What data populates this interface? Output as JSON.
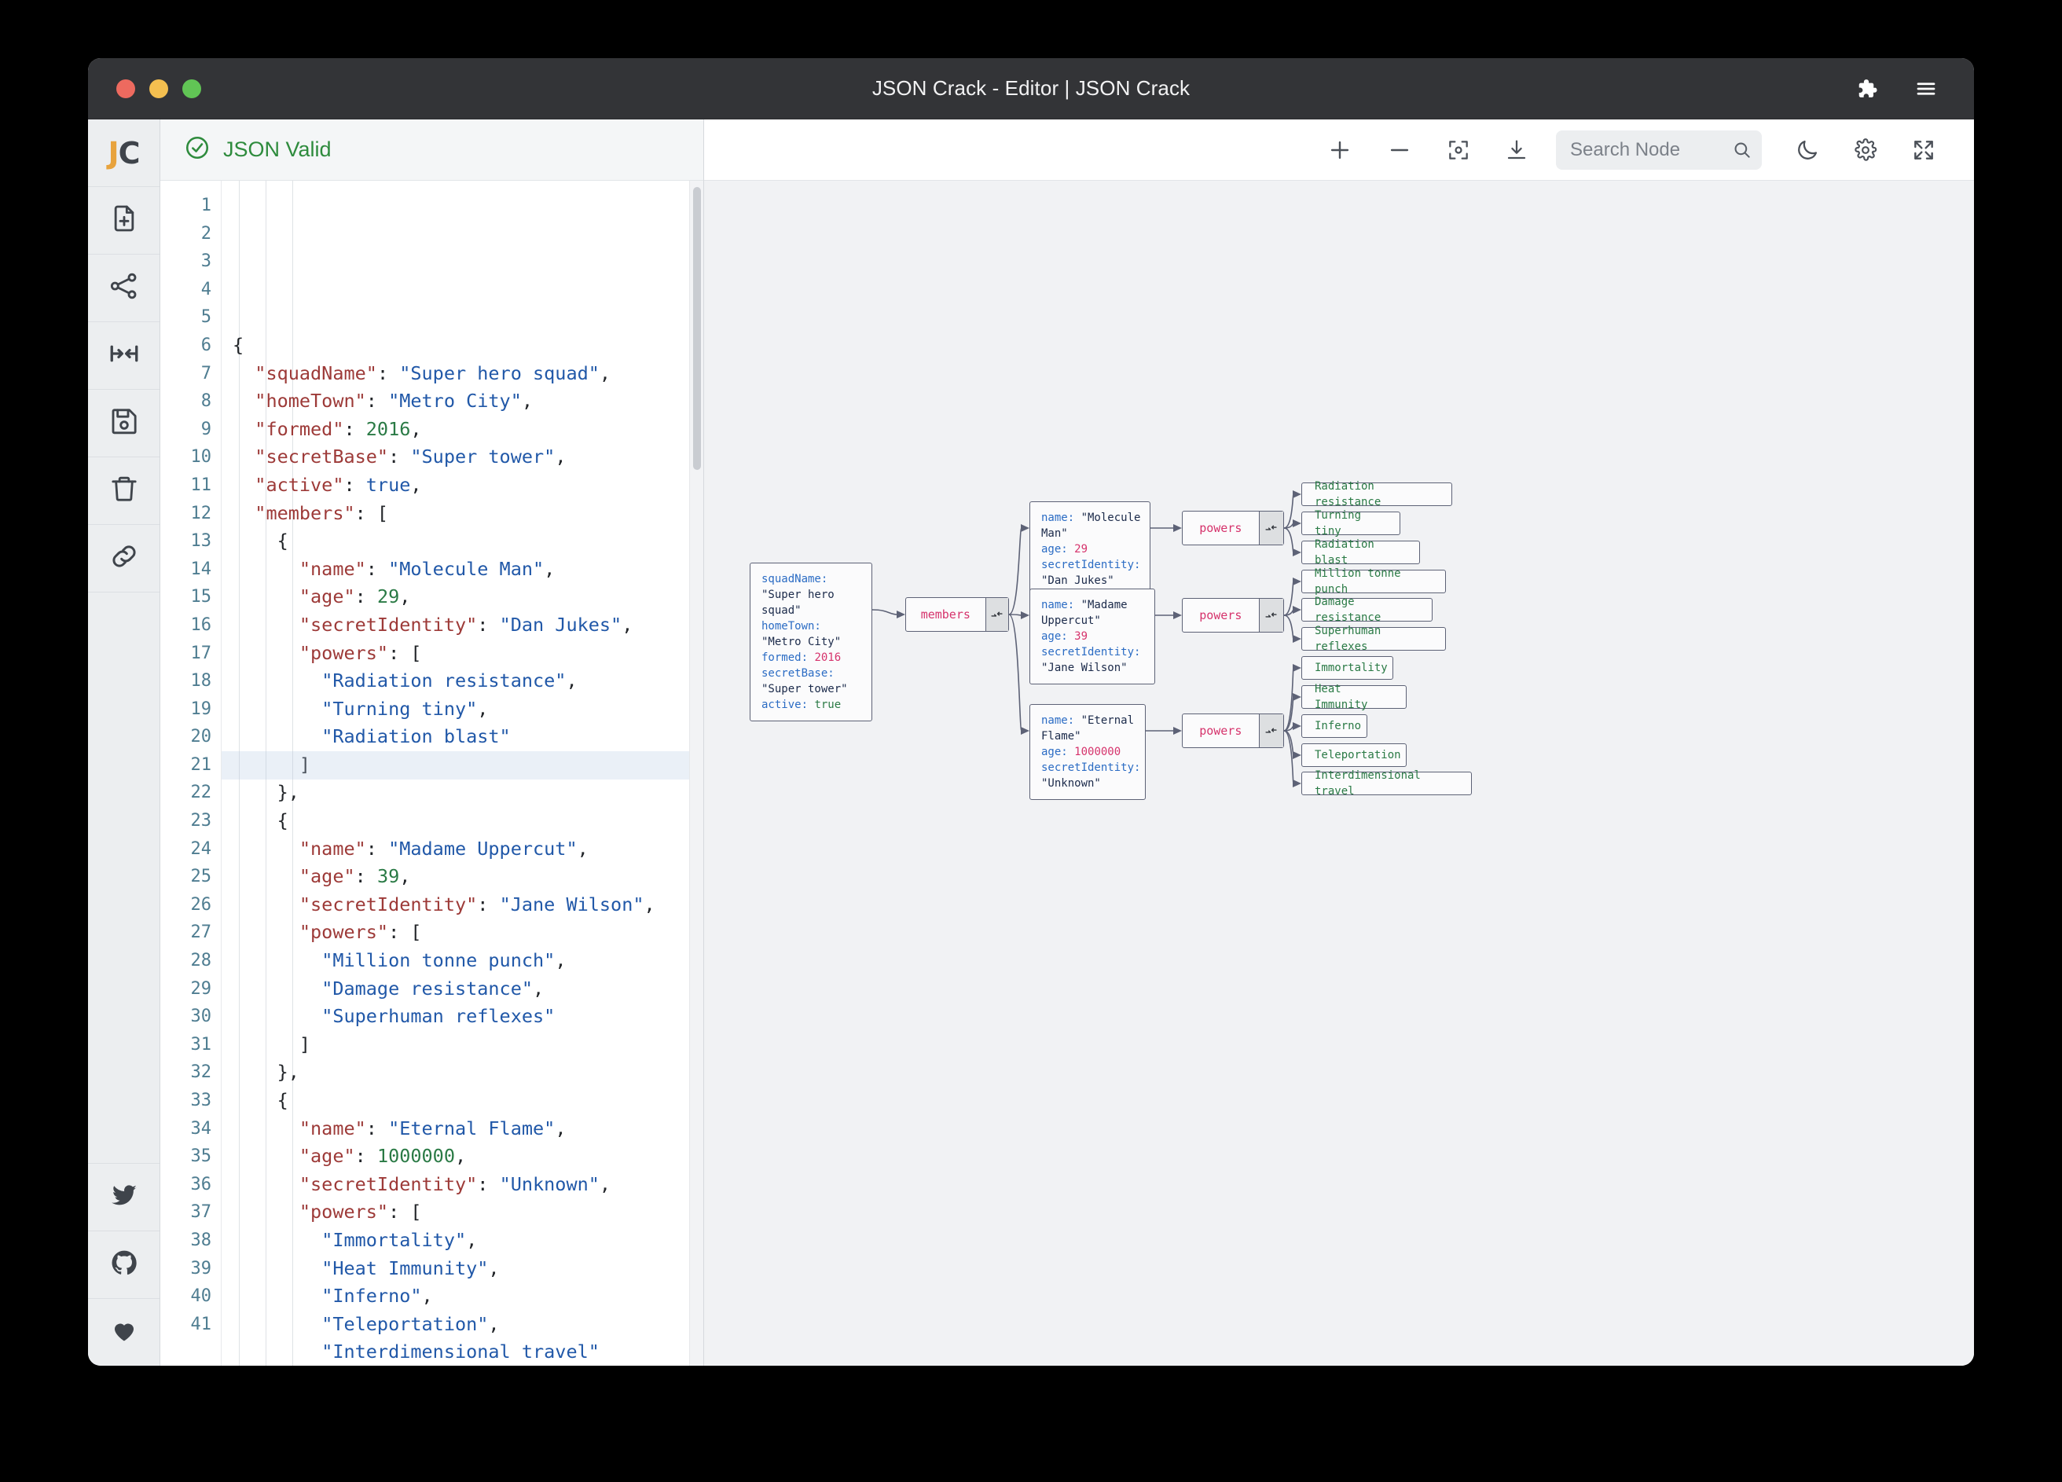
{
  "window": {
    "title": "JSON Crack - Editor | JSON Crack",
    "traffic": [
      "close",
      "minimize",
      "maximize"
    ],
    "right_icons": [
      {
        "name": "extensions-icon",
        "label": "Extensions"
      },
      {
        "name": "menu-icon",
        "label": "Menu"
      }
    ]
  },
  "rail": {
    "logo": {
      "part1": "J",
      "part2": "C"
    },
    "items": [
      {
        "name": "new-file-icon",
        "label": "New file"
      },
      {
        "name": "share-graph-icon",
        "label": "Share"
      },
      {
        "name": "collapse-expand-icon",
        "label": "Collapse"
      },
      {
        "name": "save-icon",
        "label": "Save"
      },
      {
        "name": "trash-icon",
        "label": "Delete"
      },
      {
        "name": "link-icon",
        "label": "Link"
      }
    ],
    "bottom_items": [
      {
        "name": "twitter-icon",
        "label": "Twitter"
      },
      {
        "name": "github-icon",
        "label": "GitHub"
      },
      {
        "name": "heart-icon",
        "label": "Sponsor"
      }
    ]
  },
  "editor": {
    "status_label": "JSON Valid",
    "status_icon": "check-circle-icon",
    "line_numbers": [
      1,
      2,
      3,
      4,
      5,
      6,
      7,
      8,
      9,
      10,
      11,
      12,
      13,
      14,
      15,
      16,
      17,
      18,
      19,
      20,
      21,
      22,
      23,
      24,
      25,
      26,
      27,
      28,
      29,
      30,
      31,
      32,
      33,
      34,
      35,
      36,
      37,
      38,
      39,
      40,
      41
    ],
    "lines": [
      {
        "n": 1,
        "indent": 0,
        "tokens": [
          {
            "t": "punc",
            "v": "{"
          }
        ]
      },
      {
        "n": 2,
        "indent": 1,
        "tokens": [
          {
            "t": "key",
            "v": "\"squadName\""
          },
          {
            "t": "punc",
            "v": ": "
          },
          {
            "t": "str",
            "v": "\"Super hero squad\""
          },
          {
            "t": "punc",
            "v": ","
          }
        ]
      },
      {
        "n": 3,
        "indent": 1,
        "tokens": [
          {
            "t": "key",
            "v": "\"homeTown\""
          },
          {
            "t": "punc",
            "v": ": "
          },
          {
            "t": "str",
            "v": "\"Metro City\""
          },
          {
            "t": "punc",
            "v": ","
          }
        ]
      },
      {
        "n": 4,
        "indent": 1,
        "tokens": [
          {
            "t": "key",
            "v": "\"formed\""
          },
          {
            "t": "punc",
            "v": ": "
          },
          {
            "t": "num",
            "v": "2016"
          },
          {
            "t": "punc",
            "v": ","
          }
        ]
      },
      {
        "n": 5,
        "indent": 1,
        "tokens": [
          {
            "t": "key",
            "v": "\"secretBase\""
          },
          {
            "t": "punc",
            "v": ": "
          },
          {
            "t": "str",
            "v": "\"Super tower\""
          },
          {
            "t": "punc",
            "v": ","
          }
        ]
      },
      {
        "n": 6,
        "indent": 1,
        "tokens": [
          {
            "t": "key",
            "v": "\"active\""
          },
          {
            "t": "punc",
            "v": ": "
          },
          {
            "t": "bool",
            "v": "true"
          },
          {
            "t": "punc",
            "v": ","
          }
        ]
      },
      {
        "n": 7,
        "indent": 1,
        "tokens": [
          {
            "t": "key",
            "v": "\"members\""
          },
          {
            "t": "punc",
            "v": ": ["
          }
        ]
      },
      {
        "n": 8,
        "indent": 2,
        "tokens": [
          {
            "t": "punc",
            "v": "{"
          }
        ]
      },
      {
        "n": 9,
        "indent": 3,
        "tokens": [
          {
            "t": "key",
            "v": "\"name\""
          },
          {
            "t": "punc",
            "v": ": "
          },
          {
            "t": "str",
            "v": "\"Molecule Man\""
          },
          {
            "t": "punc",
            "v": ","
          }
        ]
      },
      {
        "n": 10,
        "indent": 3,
        "tokens": [
          {
            "t": "key",
            "v": "\"age\""
          },
          {
            "t": "punc",
            "v": ": "
          },
          {
            "t": "num",
            "v": "29"
          },
          {
            "t": "punc",
            "v": ","
          }
        ]
      },
      {
        "n": 11,
        "indent": 3,
        "tokens": [
          {
            "t": "key",
            "v": "\"secretIdentity\""
          },
          {
            "t": "punc",
            "v": ": "
          },
          {
            "t": "str",
            "v": "\"Dan Jukes\""
          },
          {
            "t": "punc",
            "v": ","
          }
        ]
      },
      {
        "n": 12,
        "indent": 3,
        "tokens": [
          {
            "t": "key",
            "v": "\"powers\""
          },
          {
            "t": "punc",
            "v": ": ["
          }
        ]
      },
      {
        "n": 13,
        "indent": 4,
        "tokens": [
          {
            "t": "str",
            "v": "\"Radiation resistance\""
          },
          {
            "t": "punc",
            "v": ","
          }
        ]
      },
      {
        "n": 14,
        "indent": 4,
        "tokens": [
          {
            "t": "str",
            "v": "\"Turning tiny\""
          },
          {
            "t": "punc",
            "v": ","
          }
        ]
      },
      {
        "n": 15,
        "indent": 4,
        "tokens": [
          {
            "t": "str",
            "v": "\"Radiation blast\""
          }
        ]
      },
      {
        "n": 16,
        "indent": 3,
        "tokens": [
          {
            "t": "punc",
            "v": "]"
          }
        ]
      },
      {
        "n": 17,
        "indent": 2,
        "tokens": [
          {
            "t": "punc",
            "v": "},"
          }
        ]
      },
      {
        "n": 18,
        "indent": 2,
        "tokens": [
          {
            "t": "punc",
            "v": "{"
          }
        ]
      },
      {
        "n": 19,
        "indent": 3,
        "tokens": [
          {
            "t": "key",
            "v": "\"name\""
          },
          {
            "t": "punc",
            "v": ": "
          },
          {
            "t": "str",
            "v": "\"Madame Uppercut\""
          },
          {
            "t": "punc",
            "v": ","
          }
        ]
      },
      {
        "n": 20,
        "indent": 3,
        "tokens": [
          {
            "t": "key",
            "v": "\"age\""
          },
          {
            "t": "punc",
            "v": ": "
          },
          {
            "t": "num",
            "v": "39"
          },
          {
            "t": "punc",
            "v": ","
          }
        ]
      },
      {
        "n": 21,
        "indent": 3,
        "tokens": [
          {
            "t": "key",
            "v": "\"secretIdentity\""
          },
          {
            "t": "punc",
            "v": ": "
          },
          {
            "t": "str",
            "v": "\"Jane Wilson\""
          },
          {
            "t": "punc",
            "v": ","
          }
        ]
      },
      {
        "n": 22,
        "indent": 3,
        "tokens": [
          {
            "t": "key",
            "v": "\"powers\""
          },
          {
            "t": "punc",
            "v": ": ["
          }
        ]
      },
      {
        "n": 23,
        "indent": 4,
        "tokens": [
          {
            "t": "str",
            "v": "\"Million tonne punch\""
          },
          {
            "t": "punc",
            "v": ","
          }
        ]
      },
      {
        "n": 24,
        "indent": 4,
        "tokens": [
          {
            "t": "str",
            "v": "\"Damage resistance\""
          },
          {
            "t": "punc",
            "v": ","
          }
        ]
      },
      {
        "n": 25,
        "indent": 4,
        "tokens": [
          {
            "t": "str",
            "v": "\"Superhuman reflexes\""
          }
        ]
      },
      {
        "n": 26,
        "indent": 3,
        "tokens": [
          {
            "t": "punc",
            "v": "]"
          }
        ]
      },
      {
        "n": 27,
        "indent": 2,
        "tokens": [
          {
            "t": "punc",
            "v": "},"
          }
        ]
      },
      {
        "n": 28,
        "indent": 2,
        "tokens": [
          {
            "t": "punc",
            "v": "{"
          }
        ]
      },
      {
        "n": 29,
        "indent": 3,
        "tokens": [
          {
            "t": "key",
            "v": "\"name\""
          },
          {
            "t": "punc",
            "v": ": "
          },
          {
            "t": "str",
            "v": "\"Eternal Flame\""
          },
          {
            "t": "punc",
            "v": ","
          }
        ]
      },
      {
        "n": 30,
        "indent": 3,
        "tokens": [
          {
            "t": "key",
            "v": "\"age\""
          },
          {
            "t": "punc",
            "v": ": "
          },
          {
            "t": "num",
            "v": "1000000"
          },
          {
            "t": "punc",
            "v": ","
          }
        ]
      },
      {
        "n": 31,
        "indent": 3,
        "tokens": [
          {
            "t": "key",
            "v": "\"secretIdentity\""
          },
          {
            "t": "punc",
            "v": ": "
          },
          {
            "t": "str",
            "v": "\"Unknown\""
          },
          {
            "t": "punc",
            "v": ","
          }
        ]
      },
      {
        "n": 32,
        "indent": 3,
        "tokens": [
          {
            "t": "key",
            "v": "\"powers\""
          },
          {
            "t": "punc",
            "v": ": ["
          }
        ]
      },
      {
        "n": 33,
        "indent": 4,
        "tokens": [
          {
            "t": "str",
            "v": "\"Immortality\""
          },
          {
            "t": "punc",
            "v": ","
          }
        ]
      },
      {
        "n": 34,
        "indent": 4,
        "tokens": [
          {
            "t": "str",
            "v": "\"Heat Immunity\""
          },
          {
            "t": "punc",
            "v": ","
          }
        ]
      },
      {
        "n": 35,
        "indent": 4,
        "tokens": [
          {
            "t": "str",
            "v": "\"Inferno\""
          },
          {
            "t": "punc",
            "v": ","
          }
        ]
      },
      {
        "n": 36,
        "indent": 4,
        "tokens": [
          {
            "t": "str",
            "v": "\"Teleportation\""
          },
          {
            "t": "punc",
            "v": ","
          }
        ]
      },
      {
        "n": 37,
        "indent": 4,
        "tokens": [
          {
            "t": "str",
            "v": "\"Interdimensional travel\""
          }
        ]
      },
      {
        "n": 38,
        "indent": 3,
        "tokens": [
          {
            "t": "punc",
            "v": "]"
          }
        ]
      },
      {
        "n": 39,
        "indent": 2,
        "tokens": [
          {
            "t": "punc",
            "v": "}"
          }
        ]
      },
      {
        "n": 40,
        "indent": 1,
        "tokens": [
          {
            "t": "punc",
            "v": "]"
          }
        ]
      },
      {
        "n": 41,
        "indent": 0,
        "tokens": [
          {
            "t": "punc",
            "v": "}"
          }
        ]
      }
    ]
  },
  "toolbar": {
    "zoom_in": {
      "name": "zoom-in-icon",
      "label": "+"
    },
    "zoom_out": {
      "name": "zoom-out-icon",
      "label": "−"
    },
    "center": {
      "name": "center-view-icon",
      "label": "Center"
    },
    "download": {
      "name": "download-icon",
      "label": "Download"
    },
    "search_placeholder": "Search Node",
    "search_value": "",
    "search_icon": "search-icon",
    "theme_toggle": {
      "name": "moon-icon",
      "label": "Dark mode"
    },
    "settings": {
      "name": "gear-icon",
      "label": "Settings"
    },
    "fullscreen": {
      "name": "fullscreen-icon",
      "label": "Fullscreen"
    }
  },
  "graph": {
    "root_node": {
      "rows": [
        {
          "key": "squadName",
          "value": "\"Super hero squad\"",
          "vtype": "str"
        },
        {
          "key": "homeTown",
          "value": "\"Metro City\"",
          "vtype": "str"
        },
        {
          "key": "formed",
          "value": "2016",
          "vtype": "num"
        },
        {
          "key": "secretBase",
          "value": "\"Super tower\"",
          "vtype": "str"
        },
        {
          "key": "active",
          "value": "true",
          "vtype": "bool"
        }
      ]
    },
    "members_node": {
      "label": "members"
    },
    "member_nodes": [
      {
        "rows": [
          {
            "key": "name",
            "value": "\"Molecule Man\"",
            "vtype": "str"
          },
          {
            "key": "age",
            "value": "29",
            "vtype": "num"
          },
          {
            "key": "secretIdentity",
            "value": "\"Dan Jukes\"",
            "vtype": "str"
          }
        ],
        "powers_label": "powers",
        "powers": [
          "Radiation resistance",
          "Turning tiny",
          "Radiation blast"
        ]
      },
      {
        "rows": [
          {
            "key": "name",
            "value": "\"Madame Uppercut\"",
            "vtype": "str"
          },
          {
            "key": "age",
            "value": "39",
            "vtype": "num"
          },
          {
            "key": "secretIdentity",
            "value": "\"Jane Wilson\"",
            "vtype": "str"
          }
        ],
        "powers_label": "powers",
        "powers": [
          "Million tonne punch",
          "Damage resistance",
          "Superhuman reflexes"
        ]
      },
      {
        "rows": [
          {
            "key": "name",
            "value": "\"Eternal Flame\"",
            "vtype": "str"
          },
          {
            "key": "age",
            "value": "1000000",
            "vtype": "num"
          },
          {
            "key": "secretIdentity",
            "value": "\"Unknown\"",
            "vtype": "str"
          }
        ],
        "powers_label": "powers",
        "powers": [
          "Immortality",
          "Heat Immunity",
          "Inferno",
          "Teleportation",
          "Interdimensional travel"
        ]
      }
    ]
  },
  "colors": {
    "titlebar": "#333437",
    "valid_green": "#2e8b3d",
    "logo_orange": "#e8a33d",
    "node_key": "#2b6cc4",
    "node_num": "#d6336c",
    "node_leaf": "#2a7a45",
    "canvas_bg": "#f1f2f4"
  }
}
